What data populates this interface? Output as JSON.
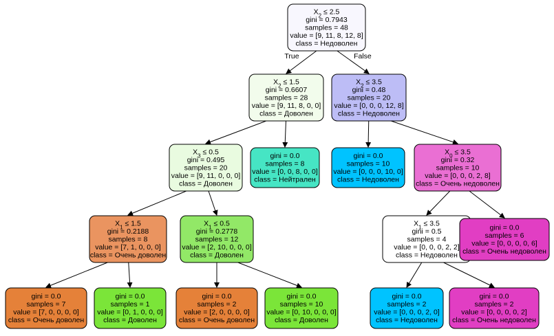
{
  "tree": {
    "nodes": [
      {
        "id": "n0",
        "color": "#f8f7fe",
        "text_color": "#000000",
        "lines": [
          {
            "parts": [
              {
                "t": "X"
              },
              {
                "t": "2",
                "sub": true
              },
              {
                "t": " ≤ 2.5"
              }
            ]
          },
          "gini = 0.7943",
          "samples = 48",
          "value = [9, 11, 8, 12, 8]",
          "class = Недоволен"
        ]
      },
      {
        "id": "n1",
        "color": "#f2fcec",
        "text_color": "#000000",
        "lines": [
          {
            "parts": [
              {
                "t": "X"
              },
              {
                "t": "2",
                "sub": true
              },
              {
                "t": " ≤ 1.5"
              }
            ]
          },
          "gini = 0.6607",
          "samples = 28",
          "value = [9, 11, 8, 0, 0]",
          "class = Доволен"
        ]
      },
      {
        "id": "n2",
        "color": "#bdbdf6",
        "text_color": "#000000",
        "lines": [
          {
            "parts": [
              {
                "t": "X"
              },
              {
                "t": "2",
                "sub": true
              },
              {
                "t": " ≤ 3.5"
              }
            ]
          },
          "gini = 0.48",
          "samples = 20",
          "value = [0, 0, 0, 12, 8]",
          "class = Недоволен"
        ]
      },
      {
        "id": "n3",
        "color": "#e9fbe0",
        "text_color": "#000000",
        "lines": [
          {
            "parts": [
              {
                "t": "X"
              },
              {
                "t": "3",
                "sub": true
              },
              {
                "t": " ≤ 0.5"
              }
            ]
          },
          "gini = 0.495",
          "samples = 20",
          "value = [9, 11, 0, 0, 0]",
          "class = Доволен"
        ]
      },
      {
        "id": "n4",
        "color": "#46e5c4",
        "text_color": "#000000",
        "lines": [
          "gini = 0.0",
          "samples = 8",
          "value = [0, 0, 8, 0, 0]",
          "class = Нейтрален"
        ]
      },
      {
        "id": "n5",
        "color": "#00c3ff",
        "text_color": "#1a1aff",
        "lines": [
          "gini = 0.0",
          "samples = 10",
          "value = [0, 0, 0, 10, 0]",
          "class = Недоволен"
        ]
      },
      {
        "id": "n6",
        "color": "#ea6fd3",
        "text_color": "#000000",
        "lines": [
          {
            "parts": [
              {
                "t": "X"
              },
              {
                "t": "0",
                "sub": true
              },
              {
                "t": " ≤ 3.5"
              }
            ]
          },
          "gini = 0.32",
          "samples = 10",
          "value = [0, 0, 0, 2, 8]",
          "class = Очень недоволен"
        ]
      },
      {
        "id": "n7",
        "color": "#ea9460",
        "text_color": "#000000",
        "lines": [
          {
            "parts": [
              {
                "t": "X"
              },
              {
                "t": "1",
                "sub": true
              },
              {
                "t": " ≤ 1.5"
              }
            ]
          },
          "gini = 0.2188",
          "samples = 8",
          "value = [7, 1, 0, 0, 0]",
          "class = Очень доволен"
        ]
      },
      {
        "id": "n8",
        "color": "#92e867",
        "text_color": "#000000",
        "lines": [
          {
            "parts": [
              {
                "t": "X"
              },
              {
                "t": "1",
                "sub": true
              },
              {
                "t": " ≤ 0.5"
              }
            ]
          },
          "gini = 0.2778",
          "samples = 12",
          "value = [2, 10, 0, 0, 0]",
          "class = Доволен"
        ]
      },
      {
        "id": "n9",
        "color": "#ffffff",
        "text_color": "#000000",
        "lines": [
          {
            "parts": [
              {
                "t": "X"
              },
              {
                "t": "1",
                "sub": true
              },
              {
                "t": " ≤ 3.5"
              }
            ]
          },
          "gini = 0.5",
          "samples = 4",
          "value = [0, 0, 0, 2, 2]",
          "class = Недоволен"
        ]
      },
      {
        "id": "n10",
        "color": "#e13ec3",
        "text_color": "#000000",
        "lines": [
          "gini = 0.0",
          "samples = 6",
          "value = [0, 0, 0, 0, 6]",
          "class = Очень недоволен"
        ]
      },
      {
        "id": "n11",
        "color": "#e58139",
        "text_color": "#000000",
        "lines": [
          "gini = 0.0",
          "samples = 7",
          "value = [7, 0, 0, 0, 0]",
          "class = Очень доволен"
        ]
      },
      {
        "id": "n12",
        "color": "#7be539",
        "text_color": "#000000",
        "lines": [
          "gini = 0.0",
          "samples = 1",
          "value = [0, 1, 0, 0, 0]",
          "class = Доволен"
        ]
      },
      {
        "id": "n13",
        "color": "#e58139",
        "text_color": "#000000",
        "lines": [
          "gini = 0.0",
          "samples = 2",
          "value = [2, 0, 0, 0, 0]",
          "class = Очень доволен"
        ]
      },
      {
        "id": "n14",
        "color": "#7be539",
        "text_color": "#000000",
        "lines": [
          "gini = 0.0",
          "samples = 10",
          "value = [0, 10, 0, 0, 0]",
          "class = Доволен"
        ]
      },
      {
        "id": "n15",
        "color": "#00c3ff",
        "text_color": "#1a1aff",
        "lines": [
          "gini = 0.0",
          "samples = 2",
          "value = [0, 0, 0, 2, 0]",
          "class = Недоволен"
        ]
      },
      {
        "id": "n16",
        "color": "#e13ec3",
        "text_color": "#000000",
        "lines": [
          "gini = 0.0",
          "samples = 2",
          "value = [0, 0, 0, 0, 2]",
          "class = Очень недоволен"
        ]
      }
    ],
    "edges": [
      {
        "from": "n0",
        "to": "n1",
        "label": "True"
      },
      {
        "from": "n0",
        "to": "n2",
        "label": "False"
      },
      {
        "from": "n1",
        "to": "n3"
      },
      {
        "from": "n1",
        "to": "n4"
      },
      {
        "from": "n2",
        "to": "n5"
      },
      {
        "from": "n2",
        "to": "n6"
      },
      {
        "from": "n3",
        "to": "n7"
      },
      {
        "from": "n3",
        "to": "n8"
      },
      {
        "from": "n6",
        "to": "n9"
      },
      {
        "from": "n6",
        "to": "n10"
      },
      {
        "from": "n7",
        "to": "n11"
      },
      {
        "from": "n7",
        "to": "n12"
      },
      {
        "from": "n8",
        "to": "n13"
      },
      {
        "from": "n8",
        "to": "n14"
      },
      {
        "from": "n9",
        "to": "n15"
      },
      {
        "from": "n9",
        "to": "n16"
      }
    ]
  }
}
